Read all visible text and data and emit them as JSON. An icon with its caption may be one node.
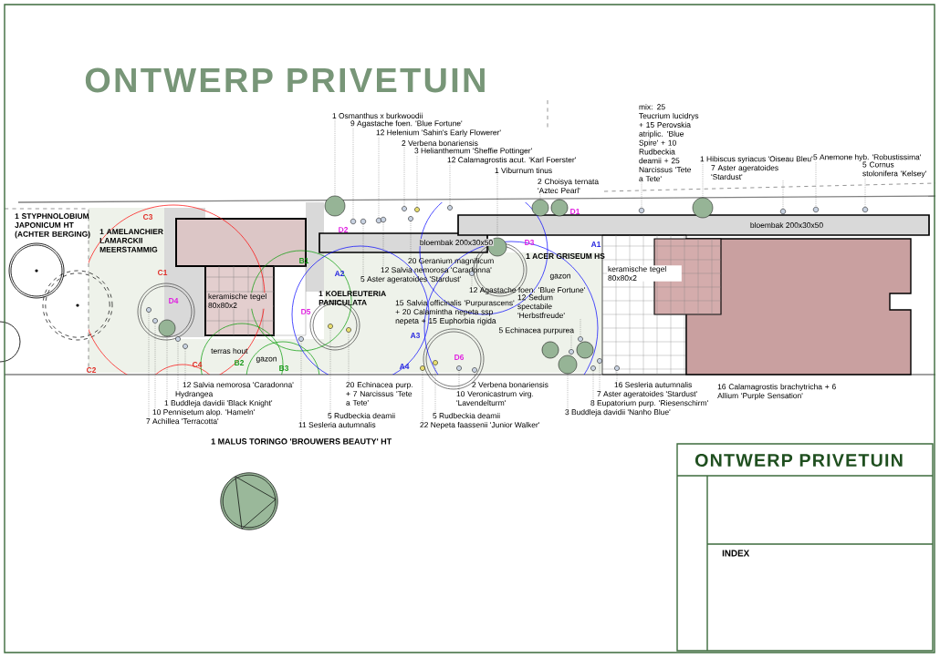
{
  "diagram": {
    "title": "ONTWERP PRIVETUIN",
    "nodes": [
      {
        "text": [
          "1 Osmanthus x burkwoodii"
        ]
      },
      {
        "text": [
          "9 Agastache foen. 'Blue Fortune'"
        ]
      },
      {
        "text": [
          "12 Helenium 'Sahin's Early Flowerer'"
        ]
      },
      {
        "text": [
          "2 Verbena bonariensis"
        ]
      },
      {
        "text": [
          "3 Helianthemum 'Sheffie Pottinger'"
        ]
      },
      {
        "text": [
          "12 Calamagrostis acut. 'Karl Foerster'"
        ]
      },
      {
        "text": [
          "1 Viburnum tinus"
        ]
      },
      {
        "text": [
          "2 Choisya ternata 'Aztec Pearl'"
        ]
      },
      {
        "text": [
          "mix: 25 Teucrium lucidrys + 15 Perovskia atriplic. 'Blue Spire' + 10 Rudbeckia deamii + 25 Narcissus 'Tete a Tete'"
        ]
      },
      {
        "text": [
          "1 Hibiscus syriacus 'Oiseau Bleu'"
        ]
      },
      {
        "text": [
          "7 Aster ageratoides 'Stardust'"
        ]
      },
      {
        "text": [
          "5 Anemone hyb. 'Robustissima'"
        ]
      },
      {
        "text": [
          "5 Cornus stolonifera 'Kelsey'"
        ]
      },
      {
        "text": [
          "7 Achillea 'Terracotta'"
        ]
      },
      {
        "text": [
          "10 Pennisetum alop. 'Hameln'"
        ]
      },
      {
        "text": [
          "1 Buddleja davidii 'Black Knight'"
        ]
      },
      {
        "text": [
          "Hydrangea"
        ]
      },
      {
        "text": [
          "12 Salvia nemorosa 'Caradonna'"
        ]
      },
      {
        "text": [
          "11 Sesleria autumnalis"
        ]
      },
      {
        "text": [
          "5 Rudbeckia deamii"
        ]
      },
      {
        "text": [
          "20 Echinacea purp. + 7 Narcissus 'Tete a Tete'"
        ]
      },
      {
        "text": [
          "5 Aster ageratoides 'Stardust'"
        ]
      },
      {
        "text": [
          "12 Salvia nemorosa 'Caradonna'"
        ]
      },
      {
        "text": [
          "20 Geranium magnificum"
        ]
      },
      {
        "text": [
          "12 Agastache foen. 'Blue Fortune'"
        ]
      },
      {
        "text": [
          "12 Sedum spectabile 'Herbstfreude'"
        ]
      },
      {
        "text": [
          "5 Echinacea purpurea"
        ]
      },
      {
        "text": [
          "2 Verbena bonariensis"
        ]
      },
      {
        "text": [
          "10 Veronicastrum virg. 'Lavendelturm'"
        ]
      },
      {
        "text": [
          "5 Rudbeckia deamii"
        ]
      },
      {
        "text": [
          "22 Nepeta faassenii 'Junior Walker'"
        ]
      },
      {
        "text": [
          "3 Buddleja davidii 'Nanho Blue'"
        ]
      },
      {
        "text": [
          "8 Eupatorium purp. 'Riesenschirm'"
        ]
      },
      {
        "text": [
          "7 Aster ageratoides 'Stardust'"
        ]
      },
      {
        "text": [
          "16 Sesleria autumnalis"
        ]
      },
      {
        "text": [],
        "shape": "circle"
      },
      {
        "text": [],
        "shape": "circle"
      },
      {
        "text": [],
        "shape": "circle"
      },
      {
        "text": [],
        "shape": "circle"
      },
      {
        "text": [],
        "shape": "circle"
      },
      {
        "text": [],
        "shape": "circle"
      },
      {
        "text": [],
        "shape": "circle"
      },
      {
        "text": [],
        "shape": "circle"
      },
      {
        "text": [],
        "shape": "circle"
      },
      {
        "text": [],
        "shape": "circle"
      },
      {
        "text": [],
        "shape": "circle"
      },
      {
        "text": [],
        "shape": "circle"
      },
      {
        "text": [],
        "shape": "circle"
      },
      {
        "text": [],
        "shape": "circle"
      },
      {
        "text": [],
        "shape": "circle"
      },
      {
        "text": [],
        "shape": "circle"
      },
      {
        "text": [],
        "shape": "circle"
      },
      {
        "text": [],
        "shape": "circle"
      },
      {
        "text": [],
        "shape": "circle"
      },
      {
        "text": [],
        "shape": "circle"
      },
      {
        "text": [],
        "shape": "circle"
      },
      {
        "text": [],
        "shape": "circle"
      },
      {
        "text": [],
        "shape": "circle"
      },
      {
        "text": [],
        "shape": "circle"
      },
      {
        "text": [],
        "shape": "circle"
      },
      {
        "text": [],
        "shape": "circle"
      },
      {
        "text": [],
        "shape": "circle"
      },
      {
        "text": [],
        "shape": "circle"
      },
      {
        "text": [],
        "shape": "circle"
      },
      {
        "text": [],
        "shape": "circle"
      },
      {
        "text": [],
        "shape": "circle"
      },
      {
        "text": [],
        "shape": "circle"
      },
      {
        "text": [],
        "shape": "circle"
      },
      {
        "text": [],
        "shape": "circle"
      },
      {
        "text": [],
        "shape": "circle"
      }
    ],
    "edges": [
      {
        "from": 0,
        "to": 35,
        "arrow": "none"
      },
      {
        "from": 1,
        "to": 36,
        "arrow": "none"
      },
      {
        "from": 2,
        "to": 37,
        "arrow": "none"
      },
      {
        "from": 3,
        "to": 38,
        "arrow": "none"
      },
      {
        "from": 4,
        "to": 39,
        "arrow": "none"
      },
      {
        "from": 5,
        "to": 40,
        "arrow": "none"
      },
      {
        "from": 6,
        "to": 41,
        "arrow": "none"
      },
      {
        "from": 7,
        "to": 42,
        "arrow": "none"
      },
      {
        "from": 8,
        "to": 43,
        "arrow": "none"
      },
      {
        "from": 9,
        "to": 44,
        "arrow": "none"
      },
      {
        "from": 10,
        "to": 45,
        "arrow": "none"
      },
      {
        "from": 11,
        "to": 46,
        "arrow": "none"
      },
      {
        "from": 12,
        "to": 47,
        "arrow": "none"
      },
      {
        "from": 13,
        "to": 48,
        "arrow": "none"
      },
      {
        "from": 14,
        "to": 49,
        "arrow": "none"
      },
      {
        "from": 15,
        "to": 50,
        "arrow": "none"
      },
      {
        "from": 16,
        "to": 51,
        "arrow": "none"
      },
      {
        "from": 17,
        "to": 52,
        "arrow": "none"
      },
      {
        "from": 18,
        "to": 53,
        "arrow": "none"
      },
      {
        "from": 19,
        "to": 54,
        "arrow": "none"
      },
      {
        "from": 20,
        "to": 55,
        "arrow": "none"
      },
      {
        "from": 21,
        "to": 56,
        "arrow": "none"
      },
      {
        "from": 22,
        "to": 57,
        "arrow": "none"
      },
      {
        "from": 23,
        "to": 58,
        "arrow": "none"
      },
      {
        "from": 24,
        "to": 59,
        "arrow": "none"
      },
      {
        "from": 25,
        "to": 60,
        "arrow": "none"
      },
      {
        "from": 26,
        "to": 61,
        "arrow": "none"
      },
      {
        "from": 27,
        "to": 62,
        "arrow": "none"
      },
      {
        "from": 28,
        "to": 63,
        "arrow": "none"
      },
      {
        "from": 29,
        "to": 64,
        "arrow": "none"
      },
      {
        "from": 30,
        "to": 65,
        "arrow": "none"
      },
      {
        "from": 31,
        "to": 66,
        "arrow": "none"
      },
      {
        "from": 32,
        "to": 67,
        "arrow": "none"
      },
      {
        "from": 33,
        "to": 68,
        "arrow": "none"
      },
      {
        "from": 34,
        "to": 69,
        "arrow": "none"
      }
    ],
    "labels": [
      "1 STYPHNOLOBIUM JAPONICUM HT (ACHTER BERGING)",
      "1 AMELANCHIER LAMARCKII MEERSTAMMIG",
      "keramische tegel 80x80x2",
      "bloembak 200x30x50",
      "terras hout",
      "gazon",
      "1 KOELREUTERIA PANICULATA",
      "1 ACER GRISEUM HS",
      "gazon",
      "15 Salvia officinalis 'Purpurascens' + 20 Calamintha nepeta ssp nepeta + 15 Euphorbia rigida",
      "keramische tegel 80x80x2",
      "bloembak 200x30x50",
      "16 Calamagrostis brachytricha + 6 Allium 'Purple Sensation'",
      "1 MALUS TORINGO 'BROUWERS BEAUTY' HT",
      "ONTWERP PRIVETUIN",
      "INDEX",
      "C1",
      "C2",
      "C3",
      "C4",
      "D1",
      "D2",
      "D3",
      "D4",
      "D5",
      "D6",
      "B1",
      "B2",
      "B3",
      "A1",
      "A2",
      "A3",
      "A4"
    ]
  }
}
